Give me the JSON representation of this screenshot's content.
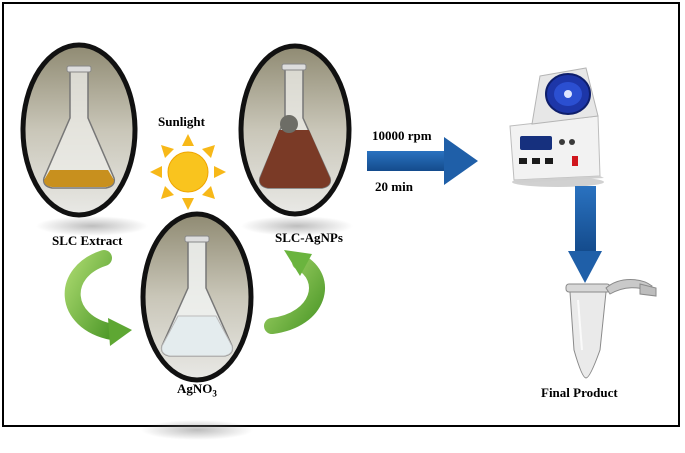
{
  "labels": {
    "sunlight": "Sunlight",
    "slc_extract": "SLC Extract",
    "slc_agnps": "SLC-AgNPs",
    "agno3_main": "AgNO",
    "agno3_sub": "3",
    "rpm": "10000 rpm",
    "time": "20 min",
    "final_product": "Final Product"
  },
  "colors": {
    "blue_arrow": "#1f5fa8",
    "green_arrow": "#6ab43e",
    "sun": "#f7b818",
    "extract_liquid": "#c8901e",
    "agnps_liquid": "#7a3a26",
    "agno3_liquid": "#e4ecee"
  }
}
